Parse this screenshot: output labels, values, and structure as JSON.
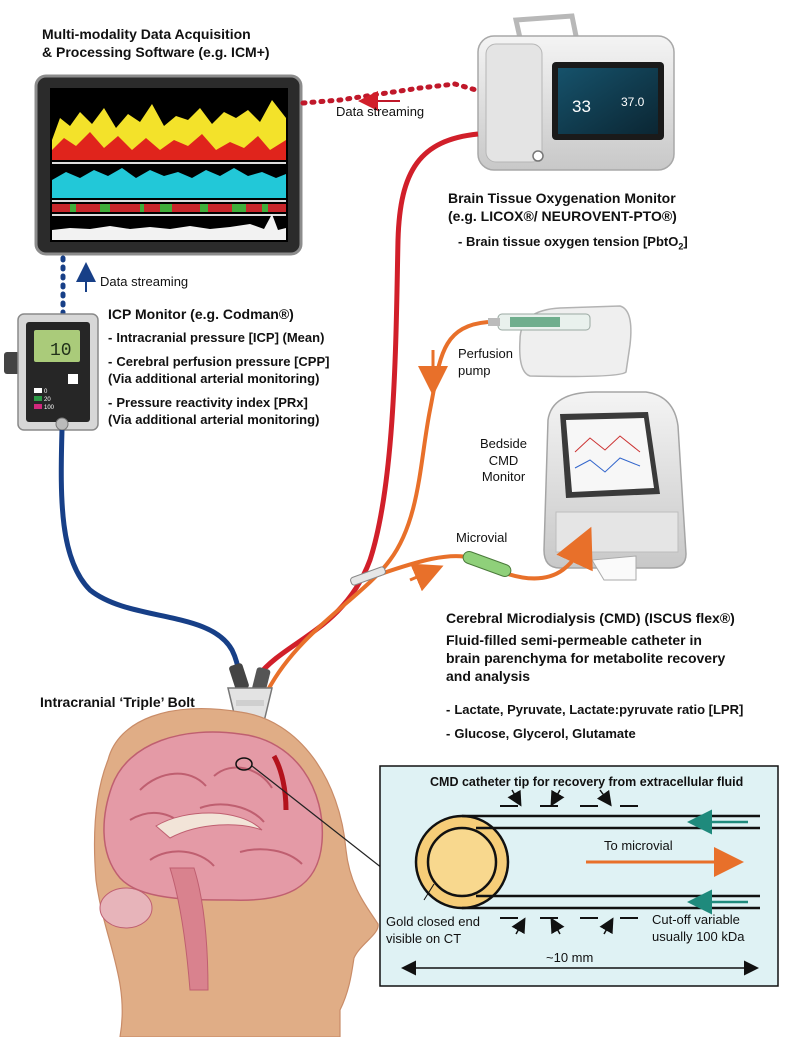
{
  "software": {
    "title_line1": "Multi-modality Data Acquisition",
    "title_line2": "& Processing Software (e.g. ICM+)"
  },
  "streaming": {
    "top_label": "Data streaming",
    "side_label": "Data streaming"
  },
  "oxygen_monitor": {
    "title_line1": "Brain Tissue Oxygenation Monitor",
    "title_line2": "(e.g. LICOX®/ NEUROVENT-PTO®)",
    "item_prefix": "Brain tissue oxygen tension [PbtO",
    "item_sub": "2",
    "item_suffix": "]",
    "screen_value_left": "33",
    "screen_value_right": "37.0"
  },
  "icp_monitor": {
    "title": "ICP Monitor (e.g. Codman®)",
    "items": [
      {
        "line1": "Intracranial pressure [ICP] (Mean)",
        "line2": ""
      },
      {
        "line1": "Cerebral perfusion pressure [CPP]",
        "line2": "(Via additional arterial monitoring)"
      },
      {
        "line1": "Pressure reactivity index [PRx]",
        "line2": "(Via additional arterial monitoring)"
      }
    ],
    "screen_value": "10",
    "button_labels": [
      "0",
      "20",
      "100"
    ]
  },
  "pump": {
    "line1": "Perfusion",
    "line2": "pump"
  },
  "cmd_monitor": {
    "line1": "Bedside",
    "line2": "CMD",
    "line3": "Monitor"
  },
  "microvial_label": "Microvial",
  "cmd": {
    "title": "Cerebral Microdialysis (CMD) (ISCUS flex®)",
    "desc_line1": "Fluid-filled semi-permeable catheter in",
    "desc_line2": "brain parenchyma for metabolite recovery",
    "desc_line3": "and analysis",
    "items": [
      "Lactate, Pyruvate, Lactate:pyruvate ratio [LPR]",
      "Glucose, Glycerol, Glutamate"
    ]
  },
  "bolt_label": "Intracranial ‘Triple’ Bolt",
  "inset": {
    "title": "CMD catheter tip for recovery from extracellular fluid",
    "to_microvial": "To microvial",
    "gold_line1": "Gold closed end",
    "gold_line2": "visible on CT",
    "cutoff_line1": "Cut-off variable",
    "cutoff_line2": "usually 100 kDa",
    "scale_label": "~10 mm"
  },
  "colors": {
    "red_line": "#d11f2a",
    "blue_line": "#173f87",
    "orange_line": "#e8702a",
    "inset_bg": "#dff2f4",
    "brain_pink": "#e49aa6",
    "skin": "#e0ad86"
  }
}
